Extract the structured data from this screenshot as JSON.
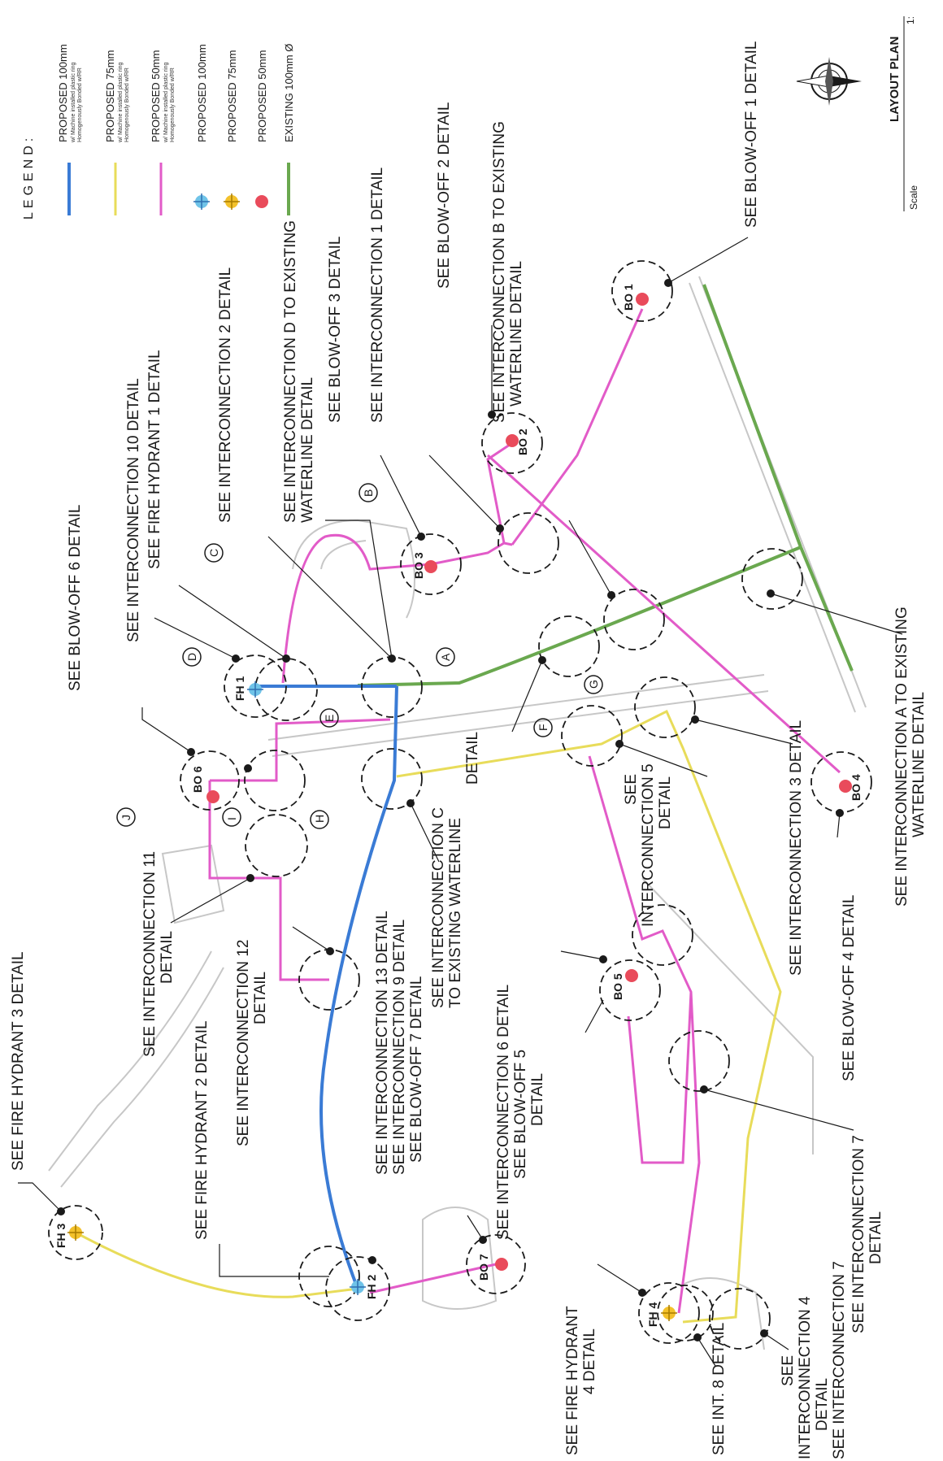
{
  "colors": {
    "pipe_100": "#3a7bd5",
    "pipe_75": "#e8dc5a",
    "pipe_50": "#e25bc8",
    "existing_100": "#6aa84f",
    "hydrant_100": "#6fc3e8",
    "hydrant_75": "#f3c12b",
    "blowoff": "#e94b5b",
    "road": "#c7c7c7",
    "ink": "#1a1a1a"
  },
  "legend": {
    "title": "LEGEND:",
    "items": [
      {
        "label": "PROPOSED 100mm",
        "sub1": "w/ Machine installed plastic ring",
        "sub2": "Homogenously Bonded w/RR"
      },
      {
        "label": "PROPOSED 75mm",
        "sub1": "w/ Machine installed plastic ring",
        "sub2": "Homogenously Bonded w/RR"
      },
      {
        "label": "PROPOSED 50mm",
        "sub1": "w/ Machine installed plastic ring",
        "sub2": "Homogenously Bonded w/RR"
      },
      {
        "label": "PROPOSED 100mm",
        "sub1": "",
        "sub2": ""
      },
      {
        "label": "PROPOSED 75mm",
        "sub1": "",
        "sub2": ""
      },
      {
        "label": "PROPOSED 50mm",
        "sub1": "",
        "sub2": ""
      },
      {
        "label": "EXISTING 100mm Ø",
        "sub1": "",
        "sub2": ""
      }
    ]
  },
  "layout_plan": {
    "title": "LAYOUT PLAN",
    "scale_label": "Scale",
    "scale_value": "1:"
  },
  "nodes": {
    "bo1": "BO 1",
    "bo2": "BO 2",
    "bo3": "BO 3",
    "bo4": "BO 4",
    "bo5": "BO 5",
    "bo6": "BO 6",
    "bo7": "BO 7",
    "fh1": "FH 1",
    "fh2": "FH 2",
    "fh3": "FH 3",
    "fh4": "FH 4"
  },
  "sections": {
    "a": "A",
    "b": "B",
    "c": "C",
    "d": "D",
    "e": "E",
    "f": "F",
    "g": "G",
    "h": "H",
    "i": "I",
    "j": "J"
  },
  "callouts": {
    "fh3": "SEE FIRE HYDRANT 3 DETAIL",
    "bo6": "SEE BLOW-OFF 6 DETAIL",
    "ic10": "SEE INTERCONNECTION 10 DETAIL",
    "fh1": "SEE FIRE HYDRANT 1 DETAIL",
    "ic2": "SEE INTERCONNECTION 2 DETAIL",
    "icd_1": "SEE INTERCONNECTION D TO EXISTING",
    "icd_2": "WATERLINE DETAIL",
    "bo3": "SEE BLOW-OFF 3 DETAIL",
    "ic1": "SEE INTERCONNECTION 1 DETAIL",
    "bo2": "SEE BLOW-OFF 2 DETAIL",
    "icb_1": "SEE INTERCONNECTION B TO EXISTING",
    "icb_2": "WATERLINE DETAIL",
    "bo1": "SEE BLOW-OFF 1 DETAIL",
    "ic11_1": "SEE INTERCONNECTION 11",
    "ic11_2": "DETAIL",
    "fh2": "SEE FIRE HYDRANT 2 DETAIL",
    "ic12_1": "SEE INTERCONNECTION 12",
    "ic12_2": "DETAIL",
    "ic13": "SEE INTERCONNECTION 13 DETAIL",
    "ic9": "SEE INTERCONNECTION 9 DETAIL",
    "bo7": "SEE BLOW-OFF 7 DETAIL",
    "icc_1": "SEE INTERCONNECTION C",
    "icc_2": "TO EXISTING WATERLINE",
    "icc_3": "DETAIL",
    "ic5_1": "SEE",
    "ic5_2": "INTERCONNECTION 5",
    "ic5_3": "DETAIL",
    "ic3": "SEE INTERCONNECTION 3 DETAIL",
    "ic6": "SEE INTERCONNECTION 6 DETAIL",
    "bo5_1": "SEE BLOW-OFF 5",
    "bo5_2": "DETAIL",
    "bo4": "SEE BLOW-OFF 4 DETAIL",
    "ica_1": "SEE INTERCONNECTION A TO EXISTING",
    "ica_2": "WATERLINE DETAIL",
    "ic7_1": "SEE INTERCONNECTION 7",
    "ic7_2": "DETAIL",
    "fh4_1": "SEE FIRE HYDRANT",
    "fh4_2": "4 DETAIL",
    "int8": "SEE INT. 8 DETAIL",
    "ic4_1": "SEE",
    "ic4_2": "INTERCONNECTION 4",
    "ic4_3": "DETAIL"
  }
}
